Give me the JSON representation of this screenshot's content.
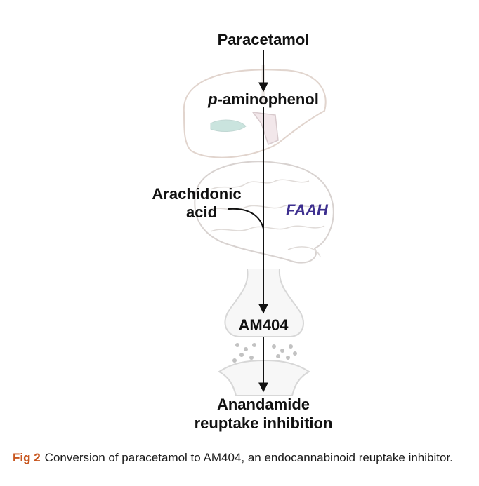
{
  "diagram": {
    "nodes": {
      "paracetamol": "Paracetamol",
      "p_prefix": "p",
      "aminophenol_suffix": "-aminophenol",
      "arachidonic_line1": "Arachidonic",
      "arachidonic_line2": "acid",
      "faah": "FAAH",
      "am404": "AM404",
      "outcome_line1": "Anandamide",
      "outcome_line2": "reuptake inhibition"
    },
    "icons": [
      "liver-icon",
      "brain-icon",
      "synapse-icon"
    ],
    "colors": {
      "enzyme": "#3d2f8f",
      "figure_number": "#c8561e",
      "arrow": "#111111"
    }
  },
  "caption": {
    "figure_number": "Fig 2",
    "text": "Conversion of paracetamol to AM404, an endocannabinoid reuptake inhibitor."
  }
}
